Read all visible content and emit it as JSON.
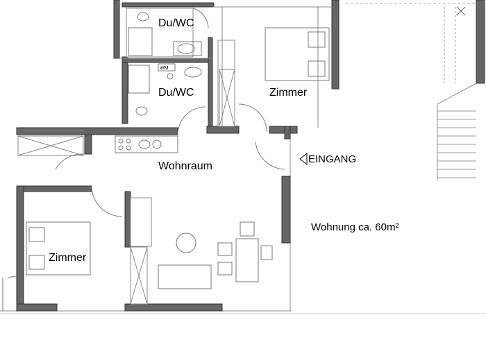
{
  "plan": {
    "rooms": {
      "wc_top": "Du/WC",
      "wc_bottom": "Du/WC",
      "bedroom_right": "Zimmer",
      "living": "Wohnraum",
      "bedroom_left": "Zimmer"
    },
    "entrance": "EINGANG",
    "area_note": "Wohnung ca. 60m²",
    "wm_label": "WM"
  }
}
